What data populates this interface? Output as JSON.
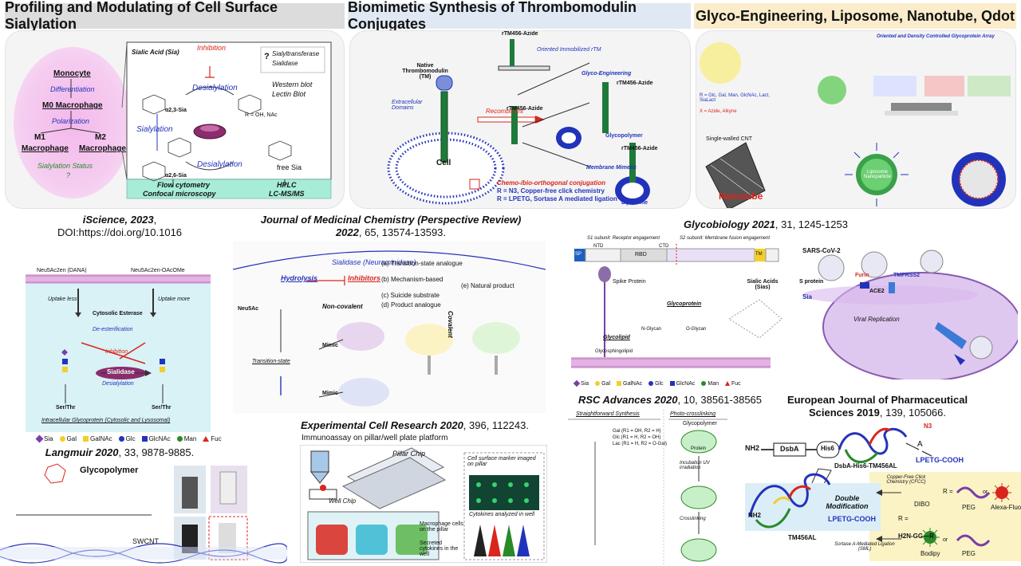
{
  "headers": {
    "profiling": "Profiling and Modulating of Cell Surface Sialylation",
    "biomimetic": "Biomimetic Synthesis of Thrombomodulin Conjugates",
    "glyco": "Glyco-Engineering, Liposome, Nanotube, Qdot"
  },
  "panel1": {
    "monocyte": "Monocyte",
    "differentiation": "Differentiation",
    "m0": "M0 Macrophage",
    "polarization": "Polarization",
    "m1": "M1",
    "m2": "M2",
    "macrophage1": "Macrophage",
    "macrophage2": "Macrophage",
    "sialylation_status": "Sialylation Status",
    "question": "?",
    "inhibition": "Inhibition",
    "desialylation_top": "Desialylation",
    "sialylation": "Sialylation",
    "desialylation_bottom": "Desialylation",
    "sialic_acid": "Sialic Acid (Sia)",
    "a23": "α2,3-Sia",
    "a26": "α2,6-Sia",
    "r_group": "R = OH, NAc",
    "free_sia": "free Sia",
    "enzymes": [
      "Sialyltransferase",
      "Sialidase"
    ],
    "western": "Western blot",
    "lectin": "Lectin Blot",
    "flow": "Flow cytometry",
    "confocal": "Confocal microscopy",
    "hplc": "HPLC",
    "lcms": "LC-MS/MS"
  },
  "panel2": {
    "native_tm": "Native Thrombomodulin (TM)",
    "extracellular": "Extracellular Domains",
    "cell": "Cell",
    "recombinant": "Recombinant",
    "rtm_azide_top": "rTM456-Azide",
    "oriented": "Oriented Immobilized rTM",
    "rtm_azide_mid": "rTM456-Azide",
    "glyco_eng": "Glyco-Engineering",
    "rtm_azide_right": "rTM456-Azide",
    "glycopolymer": "Glycopolymer",
    "rtm_azide_low": "rTM456-Azide",
    "membrane_mimetic": "Membrane Mimetic",
    "liposome": "Liposome",
    "chemo1": "Chemo-/bio-orthogonal conjugation",
    "chemo2": "R = N3, Copper-free click chemistry",
    "chemo3": "R = LPETG, Sortase A mediated ligation"
  },
  "panel3": {
    "oriented_array": "Oriented and Density Controlled Glycoprotein Array",
    "r_groups": "R = Glc, Gal, Man, GlcNAc, Lact, SiaLact",
    "x_groups": "X = Azide, Alkyne",
    "swcnt": "Single-walled CNT",
    "nanotube": "Nanotube",
    "liposome_np": "Liposome Nanoparticle"
  },
  "iscience": {
    "journal": "iScience, 2023",
    "doi": "DOI:https://doi.org/10.1016",
    "neu5ac2en": "Neu5Ac2en (DANA)",
    "neu5ac2en_ome": "Neu5Ac2en-OAcOMe",
    "uptake_less": "Uptake less",
    "uptake_more": "Uptake more",
    "cytosolic": "Cytosolic Esterase",
    "deesterification": "De-esterification",
    "inhibition": "Inhibition",
    "sialidase": "Sialidase",
    "desialylation": "Desialylation",
    "ser_thr1": "Ser/Thr",
    "ser_thr2": "Ser/Thr",
    "intracellular": "Intracellular Glycoprotein (Cytosolic and Lysosomal)",
    "legend": [
      "Sia",
      "Gal",
      "GalNAc",
      "Glc",
      "GlcNAc",
      "Man",
      "Fuc"
    ]
  },
  "jmc": {
    "journal": "Journal of Medicinal Chemistry (Perspective Review)",
    "year": "2022",
    "pages": ", 65, 13574-13593.",
    "sialidase": "Sialidase (Neuraminidase)",
    "hydrolysis": "Hydrolysis",
    "inhibitors": "Inhibitors",
    "list_a": "(a) Transition-state analogue",
    "list_b": "(b) Mechanism-based",
    "list_c": "(c) Suicide substrate",
    "list_d": "(d) Product analogue",
    "list_e": "(e) Natural product",
    "noncovalent": "Non-covalent",
    "covalent": "Covalent",
    "neu5ac": "Neu5Ac",
    "transition": "Transition-state",
    "mimic1": "Mimic",
    "mimic2": "Mimic"
  },
  "glycobiology": {
    "journal": "Glycobiology 2021",
    "pages": ", 31, 1245-1253",
    "s1": "S1 subunit: Receptor engagement",
    "s2": "S2 subunit: Membrane fusion engagement",
    "sp": "SP",
    "ntd": "NTD",
    "rbd": "RBD",
    "ctd": "CTD",
    "tm": "TM",
    "spike": "Spike Protein",
    "sars": "SARS-CoV-2",
    "s_protein": "S protein",
    "sia": "Sia",
    "furin": "Furin",
    "tmprss2": "TMPRSS2",
    "ace2": "ACE2",
    "viral": "Viral Replication",
    "sialic_acids": "Sialic Acids (Sias)",
    "glycolipid": "Glycolipid",
    "glycoprotein": "Glycoprotein",
    "nglycan": "N-Glycan",
    "oglycan": "O-Glycan",
    "glycosphingolipid": "Glycosphingolipid",
    "legend": [
      "Sia",
      "Gal",
      "GalNAc",
      "Glc",
      "GlcNAc",
      "Man",
      "Fuc"
    ]
  },
  "langmuir": {
    "journal": "Langmuir 2020",
    "pages": ", 33, 9878-9885.",
    "glycopolymer": "Glycopolymer",
    "swcnt": "SWCNT"
  },
  "ecr": {
    "journal": "Experimental Cell Research 2020",
    "pages": ", 396, 112243.",
    "subtitle": "Immunoassay on pillar/well plate platform",
    "pillar_chip": "Pillar Chip",
    "well_chip": "Well Chip",
    "cell_marker": "Cell surface marker imaged on pillar",
    "cytokines": "Cytokines analyzed in well",
    "macrophage": "Macrophage cells on the pillar",
    "secreted": "Secreted cytokines in the well"
  },
  "rsc": {
    "journal": "RSC Advances 2020",
    "pages": ", 10, 38561-38565",
    "straight": "Straightforward Synthesis",
    "photo": "Photo-crosslinking",
    "glycopolymer": "Glycopolymer",
    "protein": "Protein",
    "incubation": "Incubation UV irradiation",
    "crosslinking": "Crosslinking",
    "gal": "Gal (R1 = OH, R2 = H)",
    "glc": "Glc (R1 = H, R2 = OH)",
    "lac": "Lac (R1 = H, R2 = O-Gal)"
  },
  "ejps": {
    "journal": "European Journal of Pharmaceutical Sciences 2019",
    "pages": ", 139, 105066.",
    "dsba": "DsbA",
    "his6": "His6",
    "lpetg": "LPETG-COOH",
    "fusion": "DsbA-His6-TM456AL",
    "copper_free": "Copper-Free Click Chemistry (CFCC)",
    "dibo": "DIBO",
    "peg1": "PEG",
    "alexa": "Alexa-Fluor",
    "double": "Double Modification",
    "lpetg2": "LPETG-COOH",
    "tm456al": "TM456AL",
    "sortase": "Sortase A-Mediated Ligation (SML)",
    "bodipy": "Bodipy",
    "peg2": "PEG",
    "or1": "or",
    "or2": "or",
    "r1": "R =",
    "r2": "R =",
    "nh2gg": "H2N-GG—R",
    "nh2": "NH2",
    "a": "A",
    "n3": "N3"
  },
  "colors": {
    "red": "#d9261c",
    "blue": "#2233bb",
    "green_fill": "#c8f0c8",
    "purple": "#7a3ea8",
    "gold": "#f2cf2a"
  }
}
